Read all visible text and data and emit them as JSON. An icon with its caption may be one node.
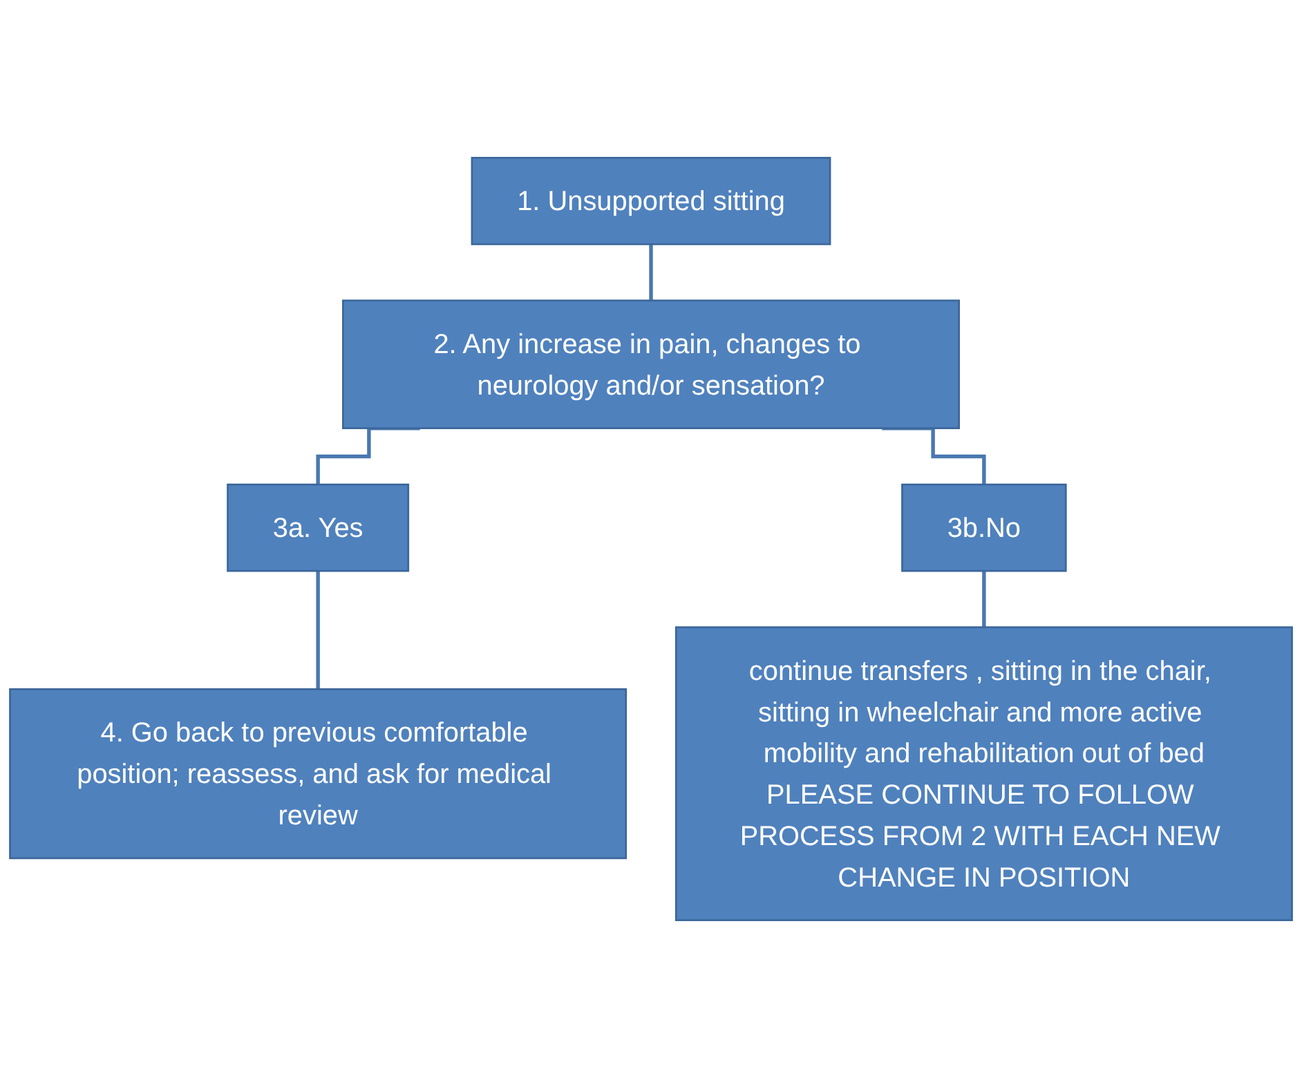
{
  "diagram": {
    "nodes": [
      {
        "text": [
          "1. Unsupported sitting"
        ]
      },
      {
        "text": [
          "2. Any increase in pain, changes to neurology and/or sensation?"
        ]
      },
      {
        "text": [
          "3a. Yes"
        ]
      },
      {
        "text": [
          "3b.No"
        ]
      },
      {
        "text": [
          "4. Go back to previous comfortable position; reassess, and ask for medical review"
        ]
      },
      {
        "text": [
          "continue transfers , sitting in the chair, sitting in wheelchair and more active mobility and rehabilitation out of bed",
          "PLEASE CONTINUE TO FOLLOW PROCESS FROM 2 WITH EACH NEW CHANGE IN POSITION"
        ]
      }
    ],
    "edges": [
      {
        "from": 0,
        "to": 1,
        "arrow": "none"
      },
      {
        "from": 1,
        "to": 2,
        "arrow": "none"
      },
      {
        "from": 1,
        "to": 3,
        "arrow": "none"
      },
      {
        "from": 2,
        "to": 4,
        "arrow": "none"
      },
      {
        "from": 3,
        "to": 5,
        "arrow": "none"
      }
    ]
  }
}
